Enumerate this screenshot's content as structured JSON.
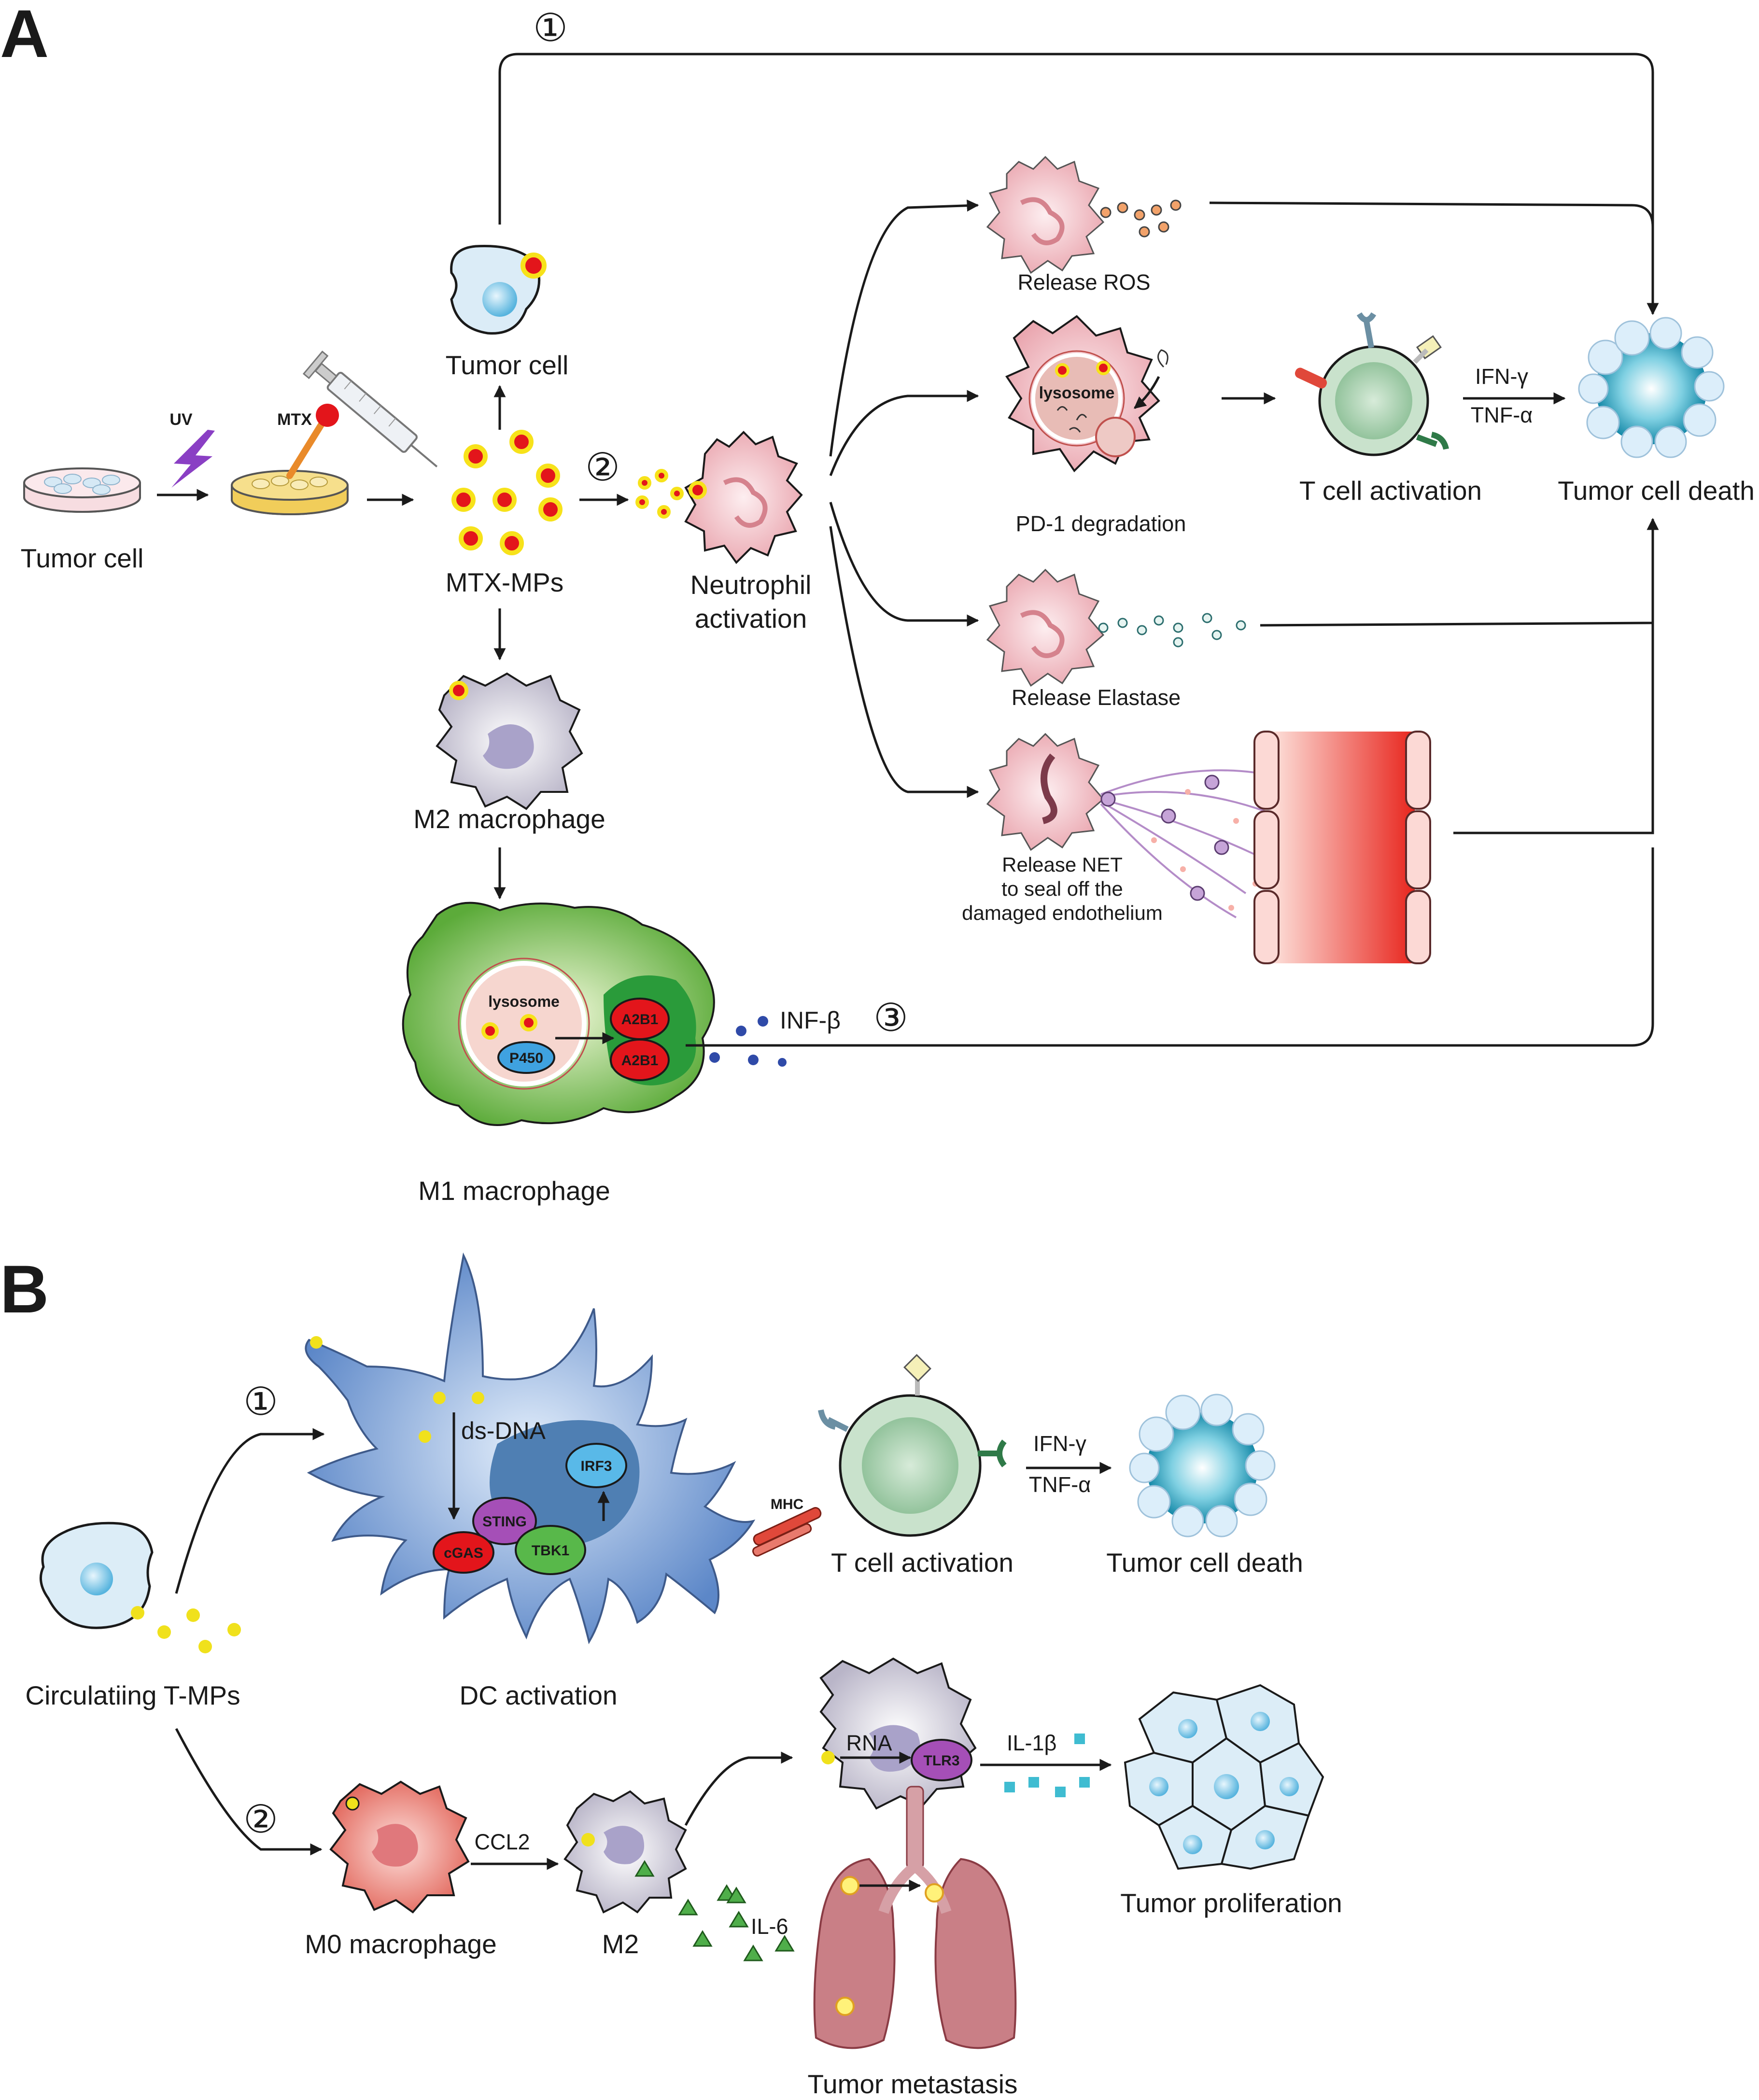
{
  "panel_a": {
    "letter": "A",
    "labels": {
      "tumor_cell_dish": "Tumor cell",
      "uv": "UV",
      "mtx": "MTX",
      "mtx_mps": "MTX-MPs",
      "tumor_cell": "Tumor cell",
      "neutrophil_line1": "Neutrophil",
      "neutrophil_line2": "activation",
      "m2_macrophage": "M2 macrophage",
      "m1_macrophage": "M1 macrophage",
      "release_ros": "Release ROS",
      "pd1_degradation": "PD-1 degradation",
      "release_elastase": "Release Elastase",
      "net_line1": "Release NET",
      "net_line2": "to seal off the",
      "net_line3": "damaged endothelium",
      "t_cell_activation": "T cell activation",
      "ifn_gamma": "IFN-γ",
      "tnf_alpha": "TNF-α",
      "tumor_cell_death": "Tumor cell death",
      "lysosome_neutrophil": "lysosome",
      "lysosome_m1": "lysosome",
      "p450": "P450",
      "a2b1_top": "A2B1",
      "a2b1_bottom": "A2B1",
      "inf_beta": "INF-β",
      "route1": "①",
      "route2": "②",
      "route3": "③"
    }
  },
  "panel_b": {
    "letter": "B",
    "labels": {
      "circulating_tmps": "Circulatiing T-MPs",
      "route1": "①",
      "route2": "②",
      "ds_dna": "ds-DNA",
      "irf3": "IRF3",
      "sting": "STING",
      "cgas": "cGAS",
      "tbk1": "TBK1",
      "dc_activation": "DC activation",
      "mhc": "MHC",
      "t_cell_activation": "T cell activation",
      "ifn_gamma": "IFN-γ",
      "tnf_alpha": "TNF-α",
      "tumor_cell_death": "Tumor cell death",
      "m0_macrophage": "M0 macrophage",
      "ccl2": "CCL2",
      "m2": "M2",
      "rna": "RNA",
      "tlr3": "TLR3",
      "il1b": "IL-1β",
      "tumor_proliferation": "Tumor proliferation",
      "il6": "IL-6",
      "tumor_metastasis": "Tumor metastasis"
    }
  },
  "colors": {
    "mp_red": "#e3151b",
    "mp_yellow": "#f7e21a",
    "neutrophil_pink": "#f4c6cc",
    "tumor_blue": "#cfe4f2",
    "t_cell_green": "#a9d1b0",
    "macrophage_gray": "#d8d4e4",
    "m1_green": "#8cc866",
    "dc_blue": "#7aa6da",
    "vessel_red": "#e83a30",
    "il1b_cyan": "#3fbcd1",
    "il6_green": "#4fae4a",
    "lung": "#c97f86"
  }
}
